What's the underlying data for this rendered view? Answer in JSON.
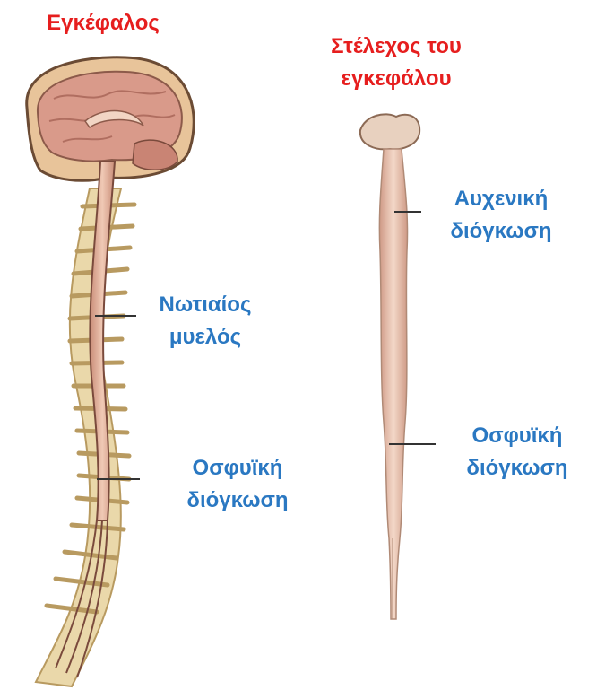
{
  "labels": {
    "brain": "Εγκέφαλος",
    "brainstem": {
      "line1": "Στέλεχος του",
      "line2": "εγκεφάλου"
    },
    "spinal_cord": {
      "line1": "Νωτιαίος",
      "line2": "μυελός"
    },
    "lumbar_left": {
      "line1": "Οσφυϊκή",
      "line2": "διόγκωση"
    },
    "cervical_right": {
      "line1": "Αυχενική",
      "line2": "διόγκωση"
    },
    "lumbar_right": {
      "line1": "Οσφυϊκή",
      "line2": "διόγκωση"
    }
  },
  "colors": {
    "title_red": "#e61e1e",
    "label_blue": "#2a78c2",
    "tissue": "#d8a08a",
    "bone": "#e8d3a4",
    "pointer_line": "#333333"
  }
}
